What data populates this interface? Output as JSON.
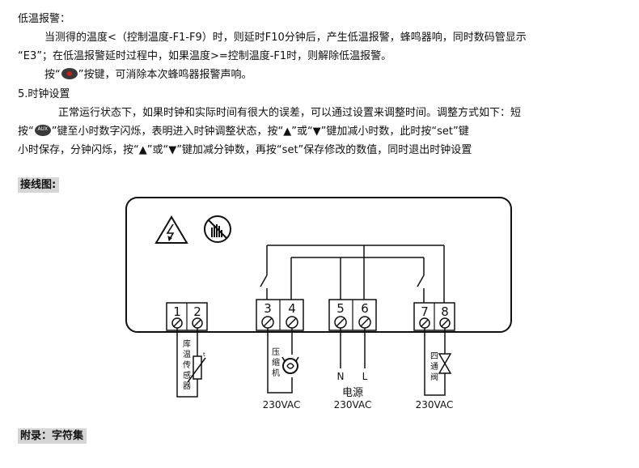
{
  "low_temp_alarm": {
    "title": "低温报警：",
    "line1": "当测得的温度<（控制温度-F1-F9）时，则延时F10分钟后，产生低温报警，蜂鸣器响，同时数码管显示",
    "line2": "“E3”；在低温报警延时过程中，如果温度>=控制温度-F1时，则解除低温报警。",
    "line3_pre": "按“",
    "line3_post": "”按键，可消除本次蜂鸣器报警声响。"
  },
  "clock_setting": {
    "title": "5.时钟设置",
    "line1": "正常运行状态下，如果时钟和实际时间有很大的误差，可以通过设置来调整时间。调整方式如下：短",
    "line2_pre": "按“",
    "line2_post": "”键至小时数字闪烁，表明进入时钟调整状态，按“▲”或“▼”键加减小时数，此时按“set”键",
    "line3": "小时保存，分钟闪烁，按“▲”或“▼”键加减分钟数，再按“set”保存修改的数值，同时退出时钟设置",
    "icon_text": "AUX"
  },
  "wiring_header": "接线图:",
  "appendix_header": "附录：字符集",
  "diagram": {
    "terminals": [
      "1",
      "2",
      "3",
      "4",
      "5",
      "6",
      "7",
      "8"
    ],
    "sensor_label": [
      "库",
      "温",
      "传",
      "感",
      "器"
    ],
    "sensor_symbol": "t",
    "compressor_label": [
      "压",
      "缩",
      "机"
    ],
    "valve_label": [
      "四",
      "通",
      "阀"
    ],
    "n_label": "N",
    "l_label": "L",
    "power_label": "电源",
    "voltage_compressor": "230VAC",
    "voltage_power": "230VAC",
    "voltage_valve": "230VAC"
  }
}
